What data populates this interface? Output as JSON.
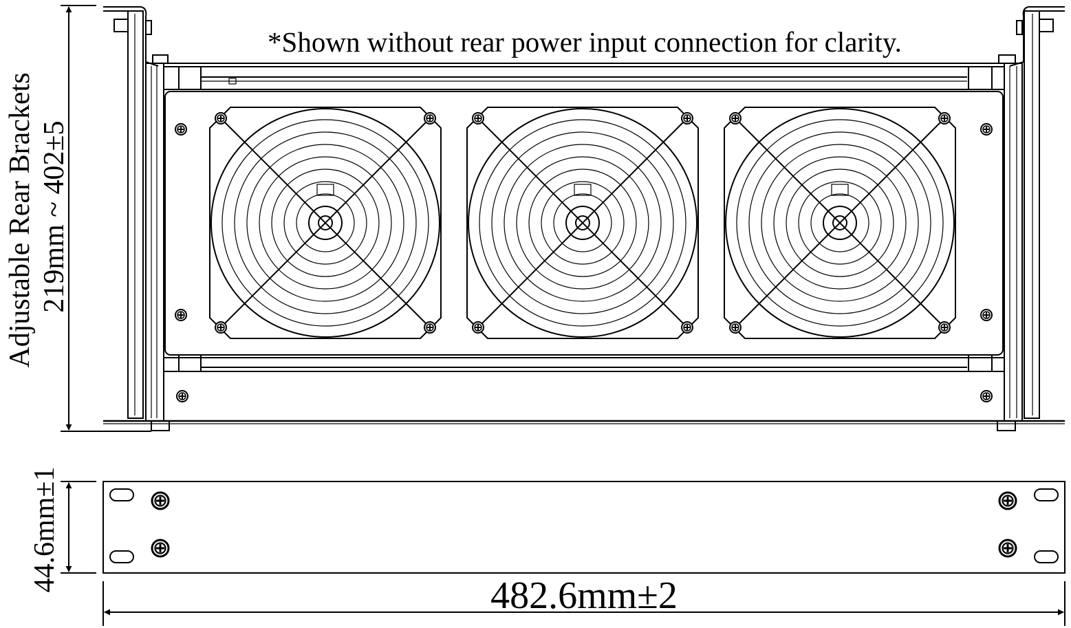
{
  "note": "*Shown without rear power input connection for clarity.",
  "dimensions": {
    "depth_label_line1": "Adjustable Rear Brackets",
    "depth_label_line2": "219mm ~ 402±5",
    "height": "44.6mm±1",
    "width": "482.6mm±2"
  },
  "fans": [
    {
      "id": "fan-1"
    },
    {
      "id": "fan-2"
    },
    {
      "id": "fan-3"
    }
  ],
  "colors": {
    "line": "#000000",
    "background": "#ffffff"
  }
}
